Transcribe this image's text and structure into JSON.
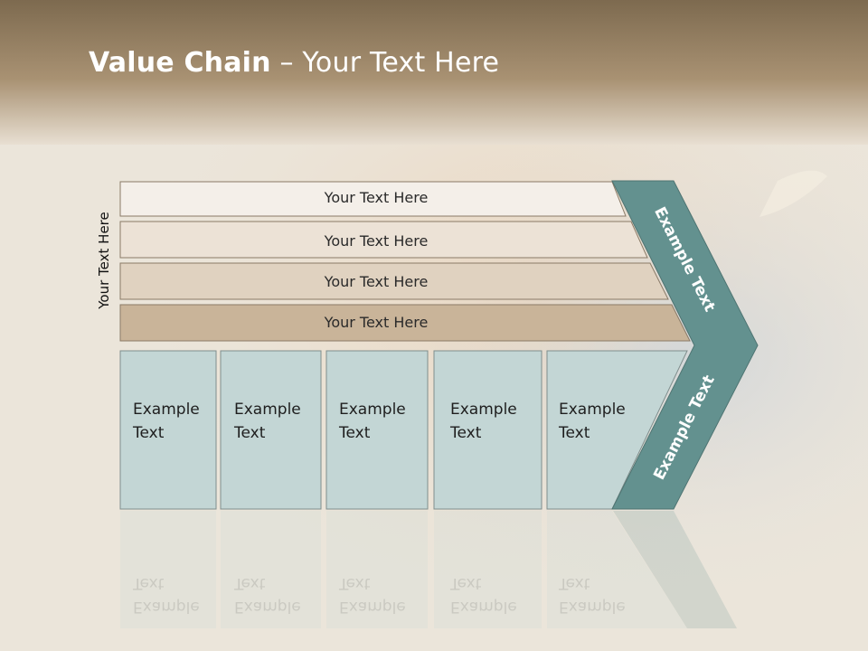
{
  "slide": {
    "title_bold": "Value Chain",
    "title_rest": " – Your Text Here",
    "side_label": "Your Text Here"
  },
  "rows": [
    {
      "label": "Your Text Here",
      "color": "#f4efe9"
    },
    {
      "label": "Your Text Here",
      "color": "#ece2d6"
    },
    {
      "label": "Your Text Here",
      "color": "#e0d2c0"
    },
    {
      "label": "Your Text Here",
      "color": "#c9b499"
    }
  ],
  "boxes": [
    {
      "line1": "Example",
      "line2": "Text"
    },
    {
      "line1": "Example",
      "line2": "Text"
    },
    {
      "line1": "Example",
      "line2": "Text"
    },
    {
      "line1": "Example",
      "line2": "Text"
    },
    {
      "line1": "Example",
      "line2": "Text"
    }
  ],
  "chevron": {
    "upper_label": "Example Text",
    "lower_label": "Example Text",
    "color": "#63918f"
  },
  "colors": {
    "box_fill": "#c3d6d5",
    "header_band": "#8c7554"
  }
}
